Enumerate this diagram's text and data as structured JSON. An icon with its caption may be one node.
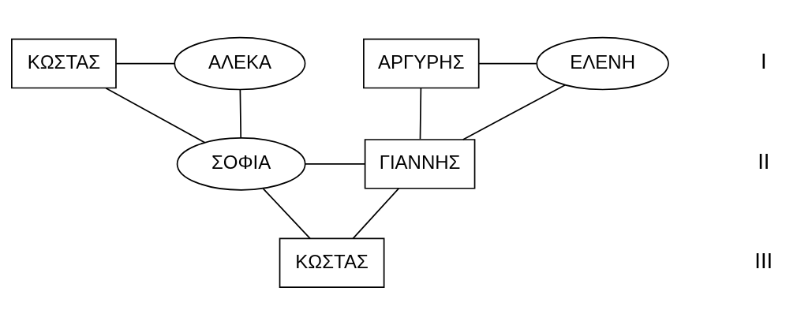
{
  "diagram": {
    "nodes": [
      {
        "text": [
          "ΚΩΣΤΑΣ"
        ]
      },
      {
        "text": [
          "ΑΛΕΚΑ"
        ]
      },
      {
        "text": [
          "ΑΡΓΥΡΗΣ"
        ]
      },
      {
        "text": [
          "ΕΛΕΝΗ"
        ]
      },
      {
        "text": [
          "ΣΟΦΙΑ"
        ]
      },
      {
        "text": [
          "ΓΙΑΝΝΗΣ"
        ]
      },
      {
        "text": [
          "ΚΩΣΤΑΣ"
        ]
      }
    ],
    "edges": [
      {
        "from": 0,
        "to": 1,
        "arrow": "none"
      },
      {
        "from": 0,
        "to": 4,
        "arrow": "none"
      },
      {
        "from": 1,
        "to": 4,
        "arrow": "none"
      },
      {
        "from": 2,
        "to": 3,
        "arrow": "none"
      },
      {
        "from": 2,
        "to": 5,
        "arrow": "none"
      },
      {
        "from": 3,
        "to": 5,
        "arrow": "none"
      },
      {
        "from": 4,
        "to": 5,
        "arrow": "none"
      },
      {
        "from": 4,
        "to": 6,
        "arrow": "none"
      },
      {
        "from": 5,
        "to": 6,
        "arrow": "none"
      }
    ],
    "labels": [
      "I",
      "II",
      "III"
    ]
  }
}
